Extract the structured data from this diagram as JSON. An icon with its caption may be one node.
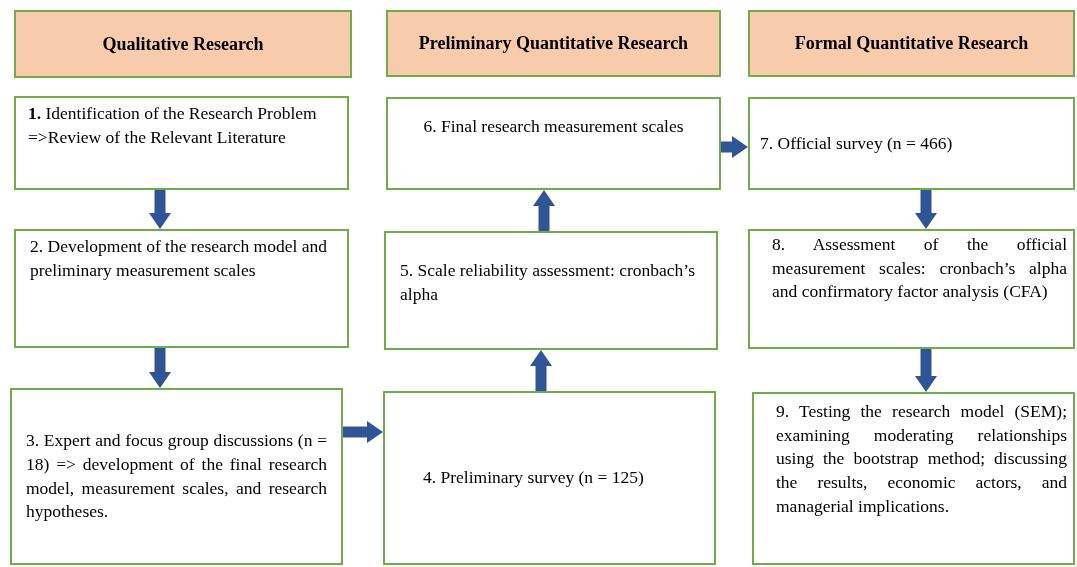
{
  "diagram": {
    "nodes": [
      {
        "text": [
          "Qualitative Research"
        ]
      },
      {
        "text": [
          "Preliminary Quantitative Research"
        ]
      },
      {
        "text": [
          "Formal Quantitative Research"
        ]
      },
      {
        "text": [
          "**1.** Identification of the Research Problem =>Review of the Relevant Literature"
        ]
      },
      {
        "text": [
          "2. Development of the research model and preliminary measurement scales"
        ]
      },
      {
        "text": [
          "3. Expert and focus group discussions (n = 18) => development of the final research model, measurement scales, and research hypotheses."
        ]
      },
      {
        "text": [
          "6. Final research measurement scales"
        ]
      },
      {
        "text": [
          "5. Scale reliability assessment: cronbach’s alpha"
        ]
      },
      {
        "text": [
          "4. Preliminary survey (n = 125)"
        ]
      },
      {
        "text": [
          "7. Official survey (n = 466)"
        ]
      },
      {
        "text": [
          "8. Assessment of the official measurement scales: cronbach’s alpha and confirmatory factor analysis (CFA)"
        ]
      },
      {
        "text": [
          "9. Testing the research model (SEM); examining moderating relationships using the bootstrap method; discussing the results, economic actors, and managerial implications."
        ]
      }
    ],
    "edges": [
      {
        "from": 3,
        "to": 4,
        "arrow": "to"
      },
      {
        "from": 4,
        "to": 5,
        "arrow": "to"
      },
      {
        "from": 5,
        "to": 8,
        "arrow": "to"
      },
      {
        "from": 8,
        "to": 7,
        "arrow": "to"
      },
      {
        "from": 7,
        "to": 6,
        "arrow": "to"
      },
      {
        "from": 6,
        "to": 9,
        "arrow": "to"
      },
      {
        "from": 9,
        "to": 10,
        "arrow": "to"
      },
      {
        "from": 10,
        "to": 11,
        "arrow": "to"
      }
    ]
  }
}
